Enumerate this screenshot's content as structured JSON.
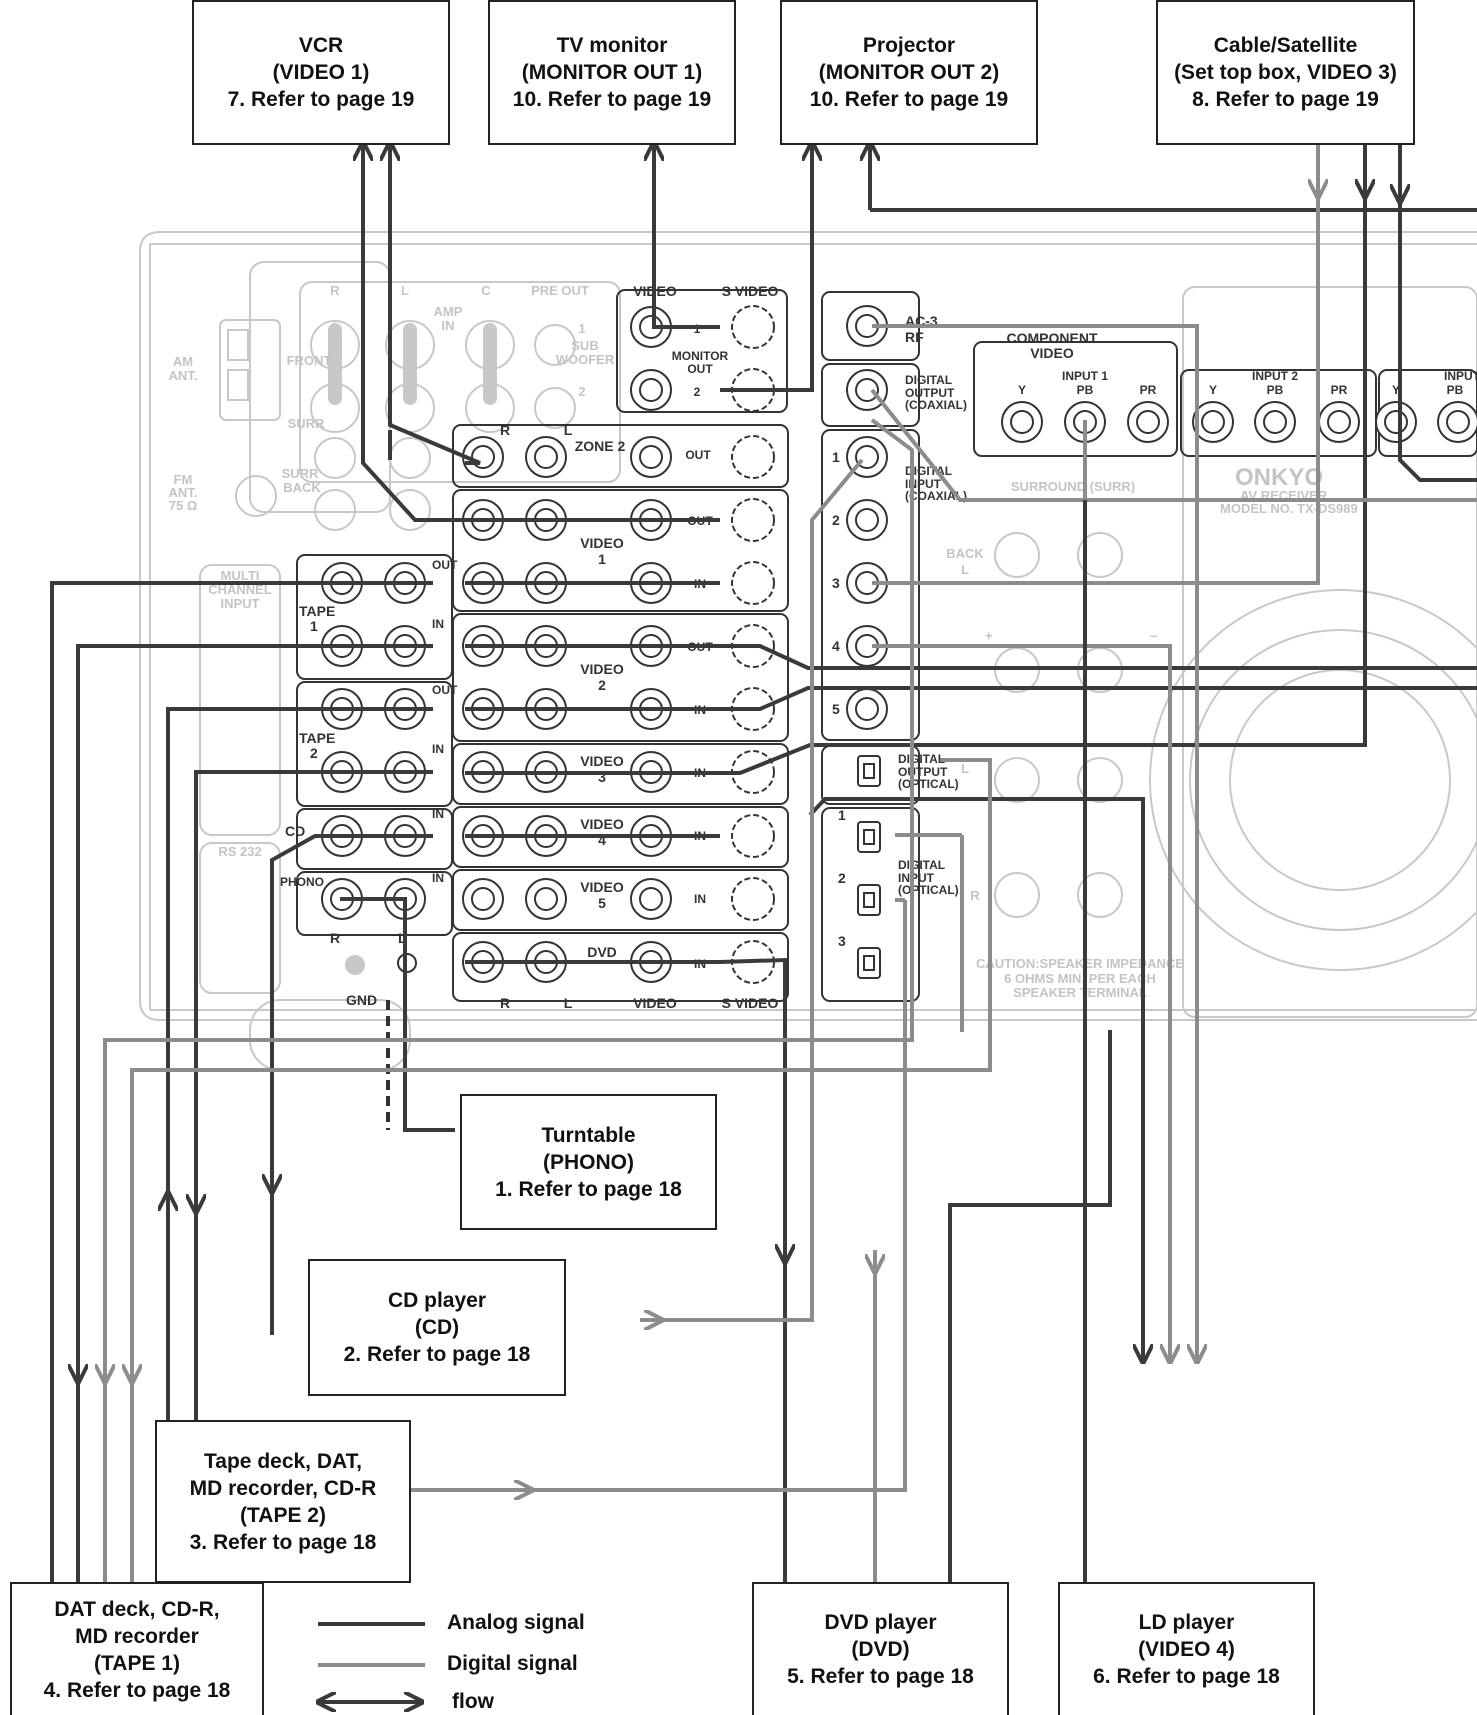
{
  "devices": {
    "vcr": {
      "l1": "VCR",
      "l2": "(VIDEO 1)",
      "l3": "7. Refer to page 19"
    },
    "tv": {
      "l1": "TV monitor",
      "l2": "(MONITOR OUT 1)",
      "l3": "10. Refer to page 19"
    },
    "projector": {
      "l1": "Projector",
      "l2": "(MONITOR OUT 2)",
      "l3": "10. Refer to page 19"
    },
    "cable": {
      "l1": "Cable/Satellite",
      "l2": "(Set top box, VIDEO 3)",
      "l3": "8. Refer to page 19"
    },
    "turntable": {
      "l1": "Turntable",
      "l2": "(PHONO)",
      "l3": "1. Refer to page 18"
    },
    "cd": {
      "l1": "CD player",
      "l2": "(CD)",
      "l3": "2. Refer to page 18"
    },
    "tape2": {
      "l1": "Tape deck, DAT,",
      "l2": "MD recorder, CD-R",
      "l3": "(TAPE 2)",
      "l4": "3. Refer to page 18"
    },
    "dat": {
      "l1": "DAT deck, CD-R,",
      "l2": "MD recorder",
      "l3": "(TAPE 1)",
      "l4": "4. Refer to page 18"
    },
    "dvd": {
      "l1": "DVD player",
      "l2": "(DVD)",
      "l3": "5. Refer to page 18"
    },
    "ld": {
      "l1": "LD player",
      "l2": "(VIDEO 4)",
      "l3": "6. Refer to page 18"
    }
  },
  "legend": {
    "analog": "Analog signal",
    "digital": "Digital signal",
    "flow": "flow"
  },
  "colors": {
    "analog": "#3a3a3a",
    "digital": "#8c8c8c",
    "panel_outline": "#c8c8c8",
    "jack": "#333333"
  },
  "panel": {
    "top_labels": {
      "r": "R",
      "l": "L",
      "c": "C",
      "pre_out": "PRE OUT",
      "video": "VIDEO",
      "s_video": "S VIDEO"
    },
    "side_labels": {
      "am_ant": "AM",
      "am_ant2": "ANT.",
      "front": "FRONT",
      "surr": "SURR",
      "surr_back": "SURR",
      "surr_back2": "BACK",
      "fm_ant": "FM",
      "fm_ant2": "ANT.",
      "fm_ohm": "75 Ω",
      "multi": "MULTI",
      "channel": "CHANNEL",
      "input": "INPUT",
      "rs232": "RS 232",
      "amp": "AMP",
      "amp_in": "IN",
      "sub": "SUB",
      "woofer": "WOOFER",
      "one": "1",
      "two": "2"
    },
    "monitor": {
      "m1": "MONITOR",
      "m2": "OUT",
      "n1": "1",
      "n2": "2"
    },
    "zone2": {
      "r": "R",
      "l": "L",
      "label": "ZONE 2",
      "out": "OUT"
    },
    "video_rows": {
      "v1": "VIDEO",
      "v1n": "1",
      "v2": "VIDEO",
      "v2n": "2",
      "v3": "VIDEO",
      "v3n": "3",
      "v4": "VIDEO",
      "v4n": "4",
      "v5": "VIDEO",
      "v5n": "5",
      "dvd": "DVD",
      "out": "OUT",
      "in": "IN"
    },
    "tape": {
      "t1": "TAPE",
      "t1n": "1",
      "t2": "TAPE",
      "t2n": "2",
      "out": "OUT",
      "in": "IN",
      "cd": "CD",
      "phono": "PHONO",
      "gnd": "GND"
    },
    "bottom_labels": {
      "r": "R",
      "l": "L",
      "video": "VIDEO",
      "s_video": "S VIDEO"
    },
    "digital": {
      "ac3": "AC-3",
      "rf": "RF",
      "dout1": "DIGITAL",
      "dout2": "OUTPUT",
      "dout3": "(COAXIAL)",
      "din1": "DIGITAL",
      "din2": "INPUT",
      "din3": "(COAXIAL)",
      "n1": "1",
      "n2": "2",
      "n3": "3",
      "n4": "4",
      "n5": "5",
      "oout1": "DIGITAL",
      "oout2": "OUTPUT",
      "oout3": "(OPTICAL)",
      "oin1": "DIGITAL",
      "oin2": "INPUT",
      "oin3": "(OPTICAL)",
      "o1": "1",
      "o2": "2",
      "o3": "3"
    },
    "component": {
      "title": "COMPONENT",
      "title2": "VIDEO",
      "input1": "INPUT 1",
      "input2": "INPUT 2",
      "input3": "INPUT",
      "y": "Y",
      "pb": "PB",
      "pr": "PR"
    },
    "right": {
      "brand": "ONKYO",
      "model": "MODEL NO. TX-DS989",
      "av": "AV RECEIVER",
      "surround": "SURROUND (SURR)",
      "back": "BACK",
      "l": "L",
      "r": "R",
      "plus": "+",
      "minus": "–",
      "caution": "CAUTION:SPEAKER IMPEDANCE",
      "ohms": "6 OHMS MIN. PER EACH",
      "spk": "SPEAKER TERMINAL"
    }
  }
}
